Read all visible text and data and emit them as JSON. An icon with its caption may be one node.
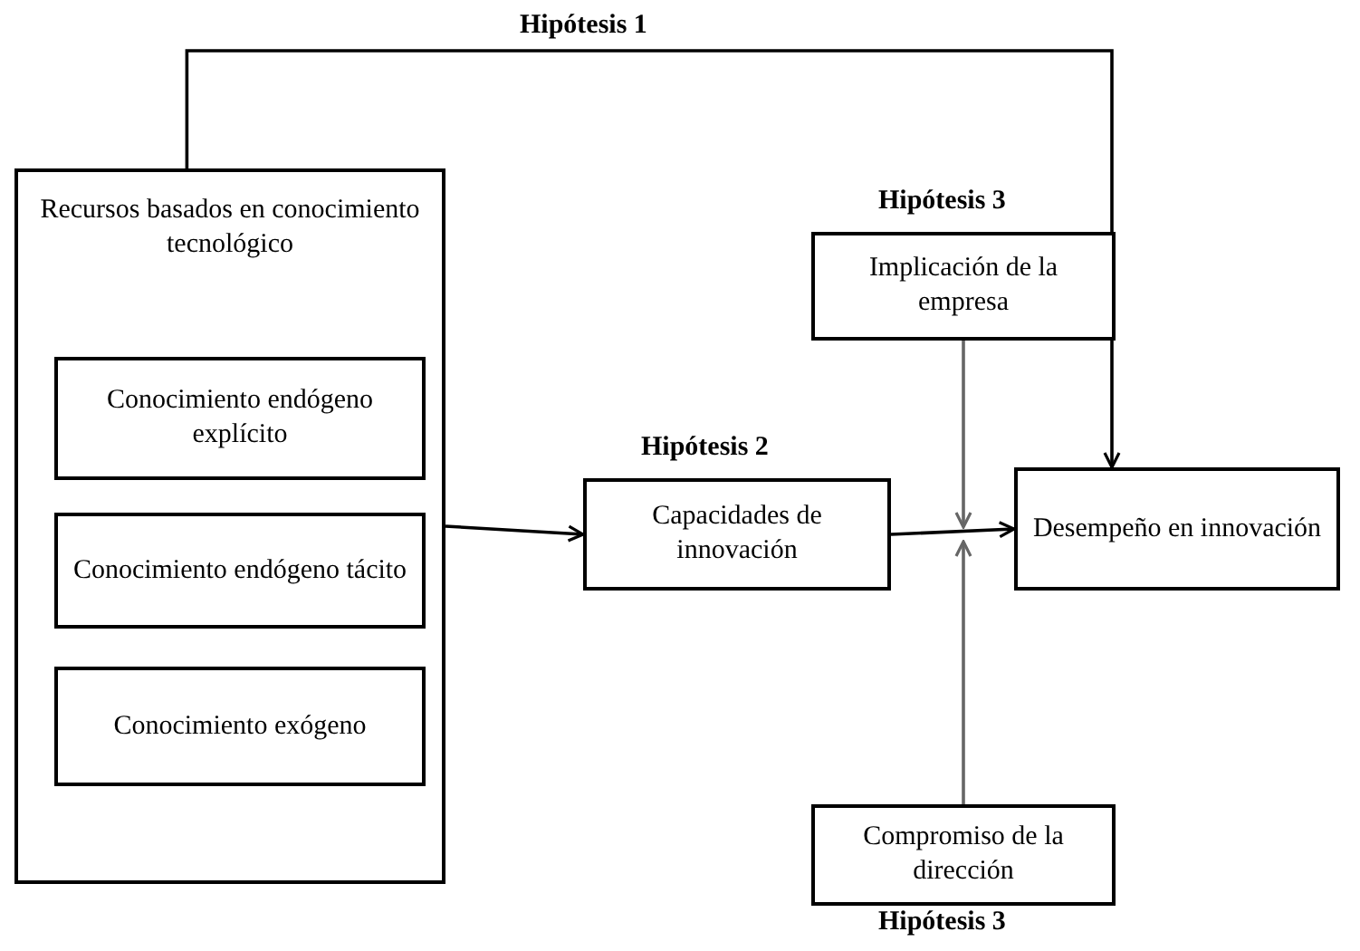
{
  "diagram": {
    "nodes": [
      {
        "text": [
          "Recursos basados en conocimiento tecnológico"
        ]
      },
      {
        "text": [
          "Conocimiento endógeno explícito"
        ],
        "in": 0
      },
      {
        "text": [
          "Conocimiento endógeno tácito"
        ],
        "in": 0
      },
      {
        "text": [
          "Conocimiento exógeno"
        ],
        "in": 0
      },
      {
        "text": [
          "Capacidades de innovación"
        ],
        "beside": [
          "Hipótesis 2"
        ]
      },
      {
        "text": [
          "Implicación de la empresa"
        ],
        "beside": [
          "Hipótesis 3"
        ]
      },
      {
        "text": [
          "Desempeño en innovación"
        ]
      },
      {
        "text": [
          "Compromiso de la dirección"
        ],
        "beside": [
          "Hipótesis 3"
        ]
      }
    ],
    "edges": [
      {
        "from": 0,
        "to": 6,
        "arrow": "to",
        "label": "Hipótesis 1"
      },
      {
        "from": 0,
        "to": 4,
        "arrow": "to"
      },
      {
        "from": 4,
        "to": 6,
        "arrow": "to"
      },
      {
        "from": 5,
        "to": null,
        "arrow": "to",
        "color": "#666666"
      },
      {
        "from": 7,
        "to": null,
        "arrow": "to",
        "color": "#666666"
      }
    ]
  }
}
